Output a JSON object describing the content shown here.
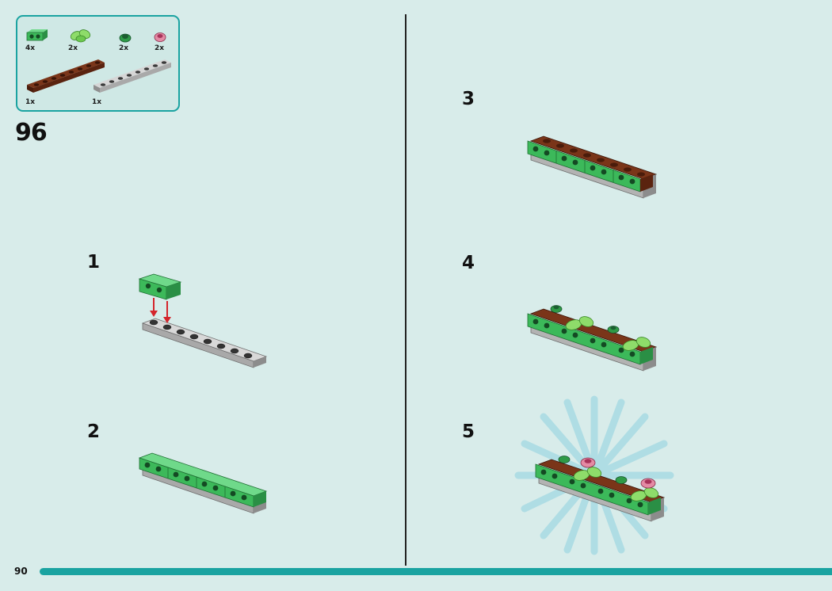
{
  "page": {
    "number": "90",
    "step_number": "96"
  },
  "parts": [
    {
      "name": "green-bracket",
      "qty": "4x"
    },
    {
      "name": "green-leaves",
      "qty": "2x"
    },
    {
      "name": "green-round-plate",
      "qty": "2x"
    },
    {
      "name": "pink-flower",
      "qty": "2x"
    },
    {
      "name": "brown-plate-1x8",
      "qty": "1x"
    },
    {
      "name": "gray-plate-1x8",
      "qty": "1x"
    }
  ],
  "substeps": [
    "1",
    "2",
    "3",
    "4",
    "5"
  ],
  "colors": {
    "background": "#d8ecea",
    "accent": "#1aa3a1",
    "brick_green": "#3cb95a",
    "brick_brown": "#6b2a14",
    "brick_gray": "#b9b9b9",
    "flower_pink": "#e48aa4",
    "arrow_red": "#d4252c"
  }
}
